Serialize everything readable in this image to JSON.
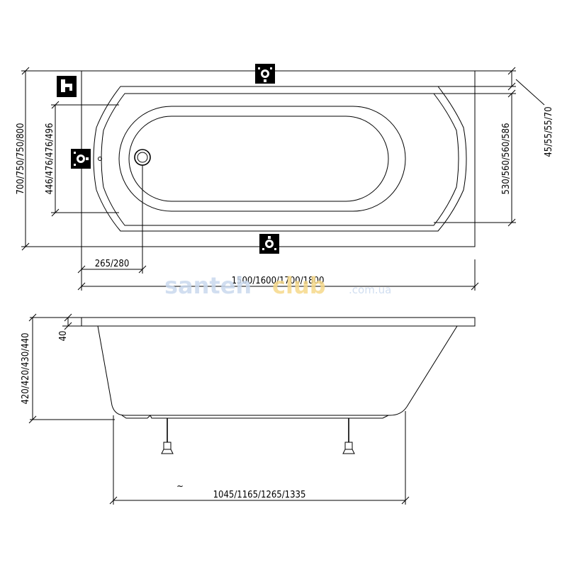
{
  "top_view": {
    "width_label": "700/750/750/800",
    "inner_width_label": "446/476/476/496",
    "inner_right_label": "530/560/560/586",
    "rim_label": "45/55/55/70",
    "drain_offset_label": "265/280",
    "length_label": "1500/1600/1700/1800"
  },
  "side_view": {
    "height_label": "420/420/430/440",
    "total_height_label": "420/420/430/440",
    "rim_height_label": "40",
    "bottom_length_label": "1045/1165/1265/1335",
    "approx_symbol": "~"
  },
  "watermark": {
    "part1": "santeh",
    "part2": "club",
    "part3": ".com.ua"
  },
  "icons": [
    "faucet-icon",
    "valve-icon-top",
    "valve-icon-left",
    "valve-icon-bottom",
    "drain-icon"
  ]
}
